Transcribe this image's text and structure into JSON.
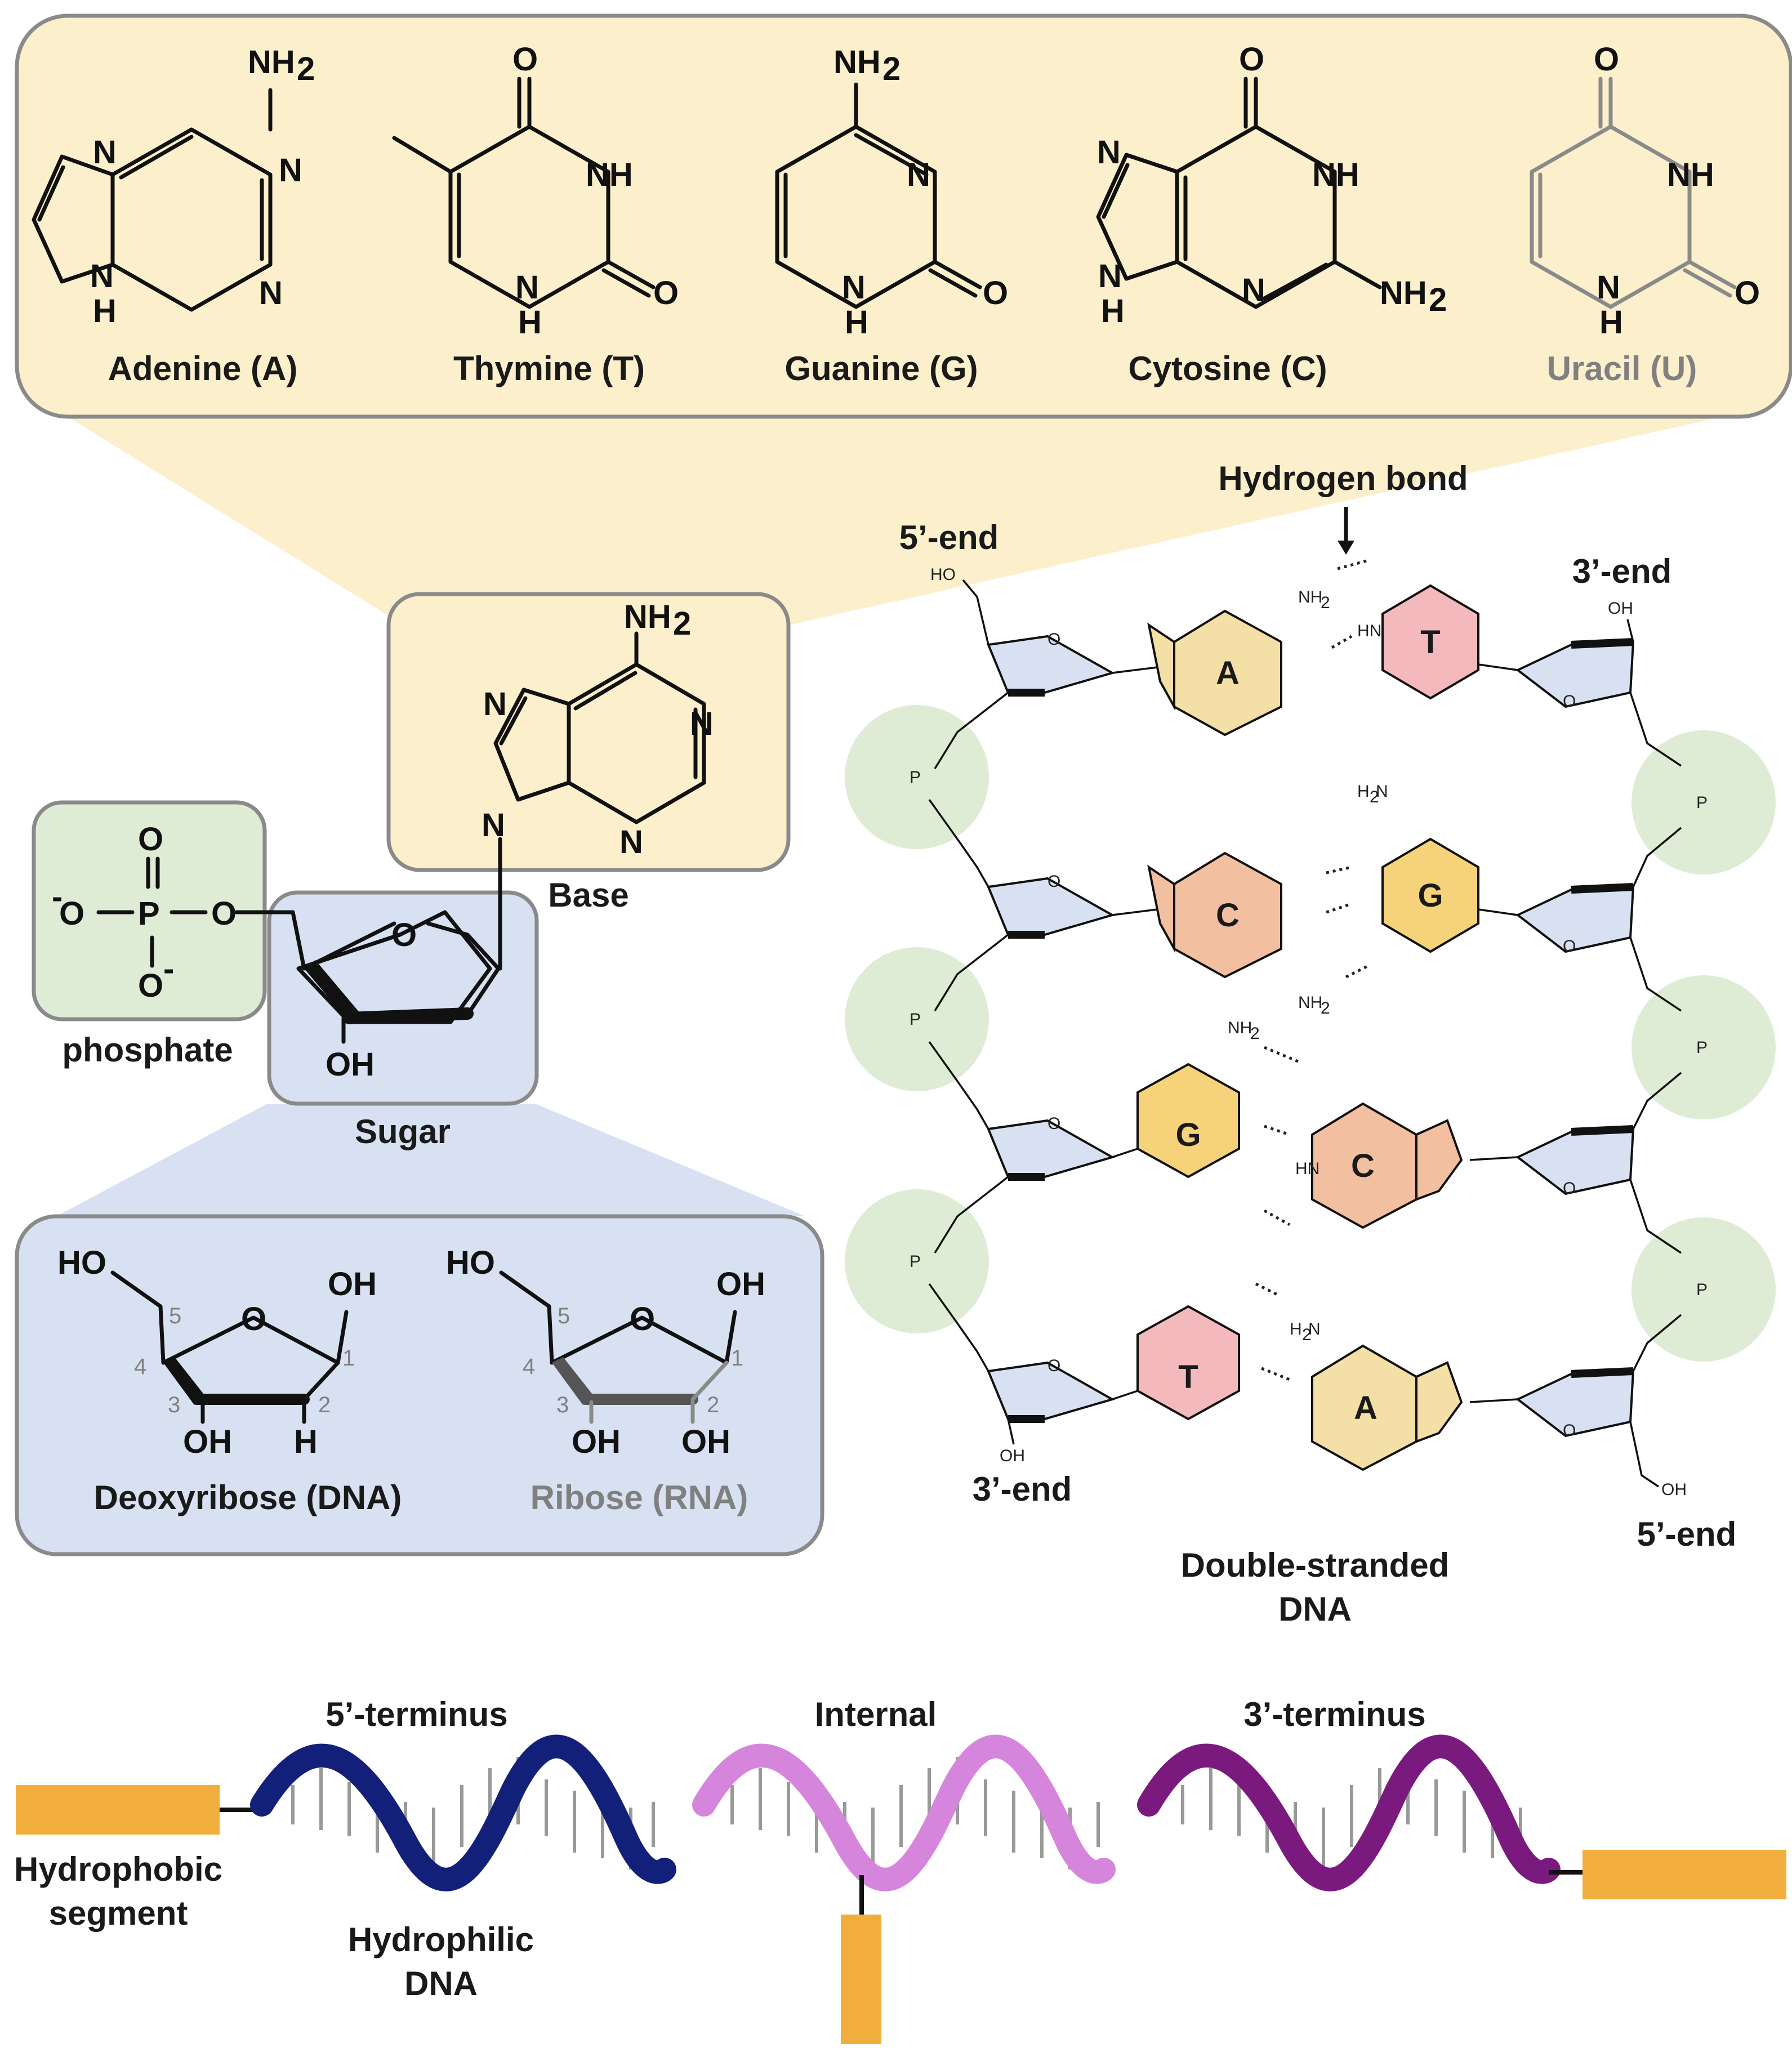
{
  "bases": {
    "adenine": "Adenine (A)",
    "thymine": "Thymine (T)",
    "guanine": "Guanine (G)",
    "cytosine": "Cytosine (C)",
    "uracil": "Uracil (U)"
  },
  "nucleotide": {
    "base": "Base",
    "phosphate": "phosphate",
    "sugar": "Sugar",
    "oh": "OH"
  },
  "sugars": {
    "deoxyribose": "Deoxyribose (DNA)",
    "ribose": "Ribose (RNA)"
  },
  "dsdna": {
    "hydrogen_bond": "Hydrogen bond",
    "five_end_top": "5’-end",
    "three_end_top": "3’-end",
    "three_end_bottom": "3’-end",
    "five_end_bottom": "5’-end",
    "title_line1": "Double-stranded",
    "title_line2": "DNA",
    "left_bases": [
      "A",
      "C",
      "G",
      "T"
    ],
    "right_bases": [
      "T",
      "G",
      "C",
      "A"
    ]
  },
  "conjugates": {
    "five_terminus": "5’-terminus",
    "internal": "Internal",
    "three_terminus": "3’-terminus",
    "hydrophobic_line1": "Hydrophobic",
    "hydrophobic_line2": "segment",
    "hydrophilic_line1": "Hydrophilic",
    "hydrophilic_line2": "DNA"
  },
  "colors": {
    "base_panel": "#fcefcc",
    "sugar_panel": "#d7e1f1",
    "phosphate_panel": "#deecd6",
    "adenine": "#f4dfa6",
    "thymine": "#f4b9bc",
    "guanine": "#f6d27a",
    "cytosine": "#f2bfa0",
    "strand_5": "#12207a",
    "strand_internal": "#d685dc",
    "strand_3": "#7b1a7e",
    "hydrophobic": "#f1ae3d"
  }
}
